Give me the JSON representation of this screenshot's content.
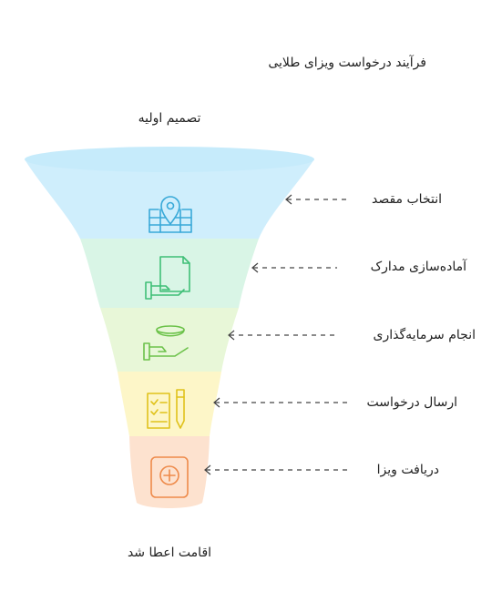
{
  "diagram": {
    "title": "فرآیند درخواست ویزای طلایی",
    "top_label": "تصمیم اولیه",
    "bottom_label": "اقامت اعطا شد",
    "stages": [
      {
        "label": "انتخاب مقصد",
        "icon": "map-pin-icon",
        "fill": "#cfeefc",
        "stroke": "#39a9d8"
      },
      {
        "label": "آماده‌سازی مدارک",
        "icon": "document-hand-icon",
        "fill": "#d9f5e6",
        "stroke": "#3fbf77"
      },
      {
        "label": "انجام سرمایه‌گذاری",
        "icon": "investment-hand-icon",
        "fill": "#e8f7d8",
        "stroke": "#6cc24a"
      },
      {
        "label": "ارسال درخواست",
        "icon": "form-pen-icon",
        "fill": "#fdf6c8",
        "stroke": "#e0c21b"
      },
      {
        "label": "دریافت ویزا",
        "icon": "visa-passport-icon",
        "fill": "#fde2cf",
        "stroke": "#ee8a4a"
      }
    ],
    "colors": {
      "top_rim": "#c6ebfb",
      "arrow": "#444444"
    }
  }
}
